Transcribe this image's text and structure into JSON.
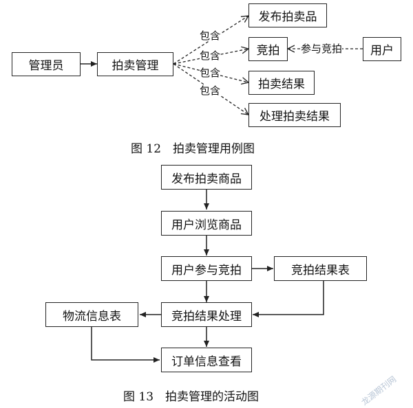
{
  "fig12": {
    "nodes": {
      "admin": "管理员",
      "auction_mgmt": "拍卖管理",
      "publish": "发布拍卖品",
      "bid": "竞拍",
      "result": "拍卖结果",
      "process": "处理拍卖结果",
      "user": "用户"
    },
    "include_label": "包含",
    "participate_label": "参与竞拍",
    "caption": "图 12　拍卖管理用例图"
  },
  "fig13": {
    "nodes": {
      "publish_goods": "发布拍卖商品",
      "browse": "用户浏览商品",
      "join_bid": "用户参与竞拍",
      "bid_table": "竞拍结果表",
      "bid_process": "竞拍结果处理",
      "logistics": "物流信息表",
      "order": "订单信息查看"
    },
    "caption": "图 13　拍卖管理的活动图"
  },
  "watermark": "龙源期刊网"
}
